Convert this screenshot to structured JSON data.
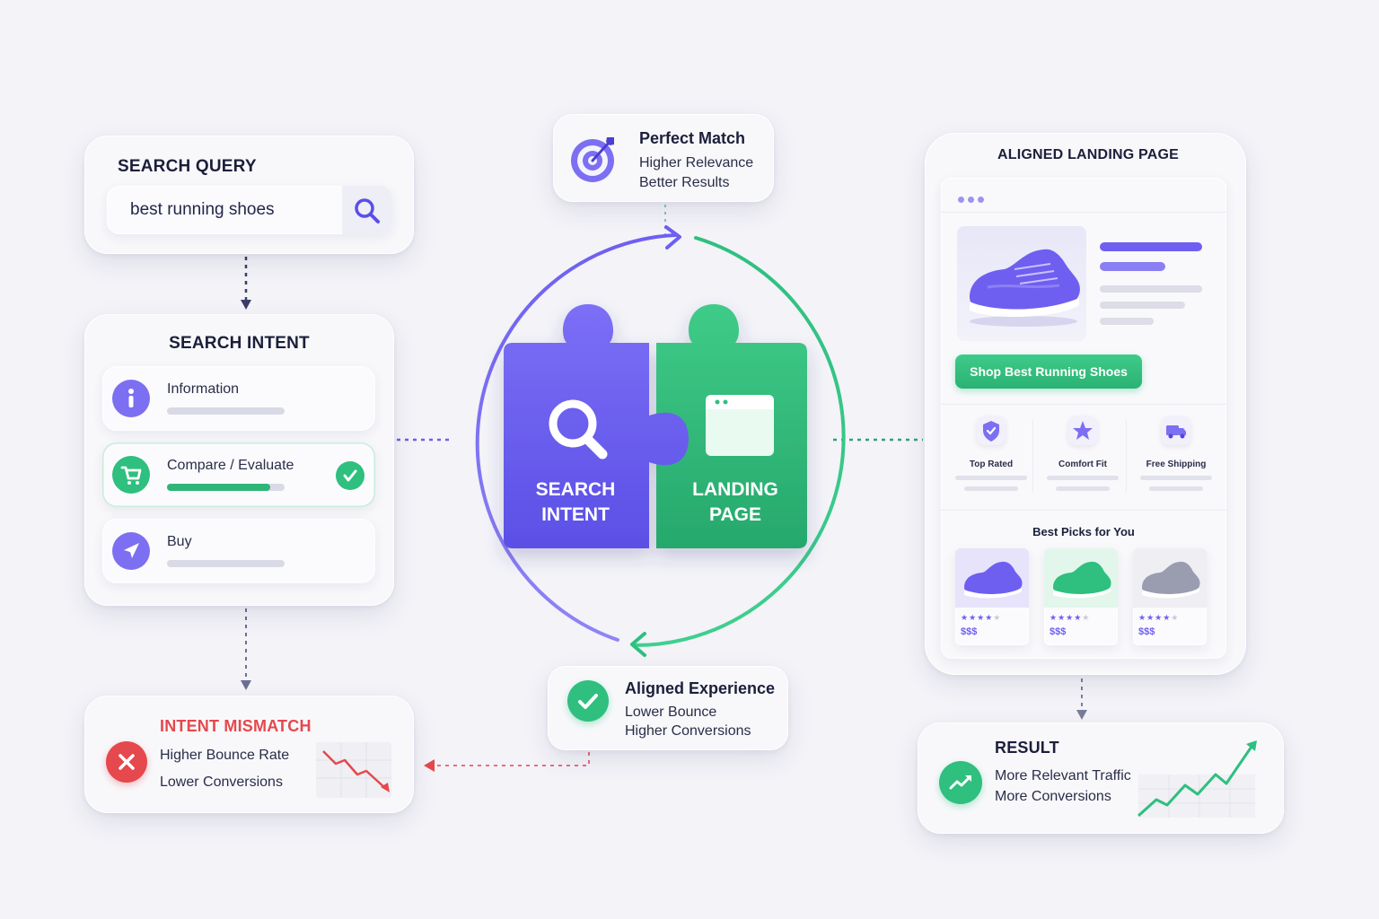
{
  "search_query": {
    "title": "SEARCH QUERY",
    "input_value": "best running shoes"
  },
  "search_intent": {
    "title": "SEARCH INTENT",
    "options": [
      {
        "label": "Information",
        "icon": "info-icon",
        "progress": 0,
        "selected": false
      },
      {
        "label": "Compare / Evaluate",
        "icon": "cart-icon",
        "progress": 0.88,
        "selected": true
      },
      {
        "label": "Buy",
        "icon": "send-icon",
        "progress": 0,
        "selected": false
      }
    ]
  },
  "intent_mismatch": {
    "title": "INTENT MISMATCH",
    "lines": [
      "Higher Bounce Rate",
      "Lower Conversions"
    ]
  },
  "perfect_match": {
    "title": "Perfect Match",
    "lines": [
      "Higher Relevance",
      "Better Results"
    ]
  },
  "puzzle": {
    "left_label": "SEARCH INTENT",
    "right_label": "LANDING PAGE"
  },
  "aligned_experience": {
    "title": "Aligned Experience",
    "lines": [
      "Lower Bounce",
      "Higher Conversions"
    ]
  },
  "landing_page": {
    "title": "ALIGNED LANDING PAGE",
    "cta_label": "Shop Best Running Shoes",
    "features": [
      "Top Rated",
      "Comfort Fit",
      "Free Shipping"
    ],
    "picks_title": "Best Picks for You",
    "picks": [
      {
        "rating": 4,
        "price": "$$$"
      },
      {
        "rating": 4,
        "price": "$$$"
      },
      {
        "rating": 4,
        "price": "$$$"
      }
    ]
  },
  "result": {
    "title": "RESULT",
    "lines": [
      "More Relevant Traffic",
      "More Conversions"
    ]
  },
  "colors": {
    "purple": "#6e5ff0",
    "green": "#2fbf7f",
    "red": "#e5484d",
    "navy": "#1c1f3a"
  }
}
